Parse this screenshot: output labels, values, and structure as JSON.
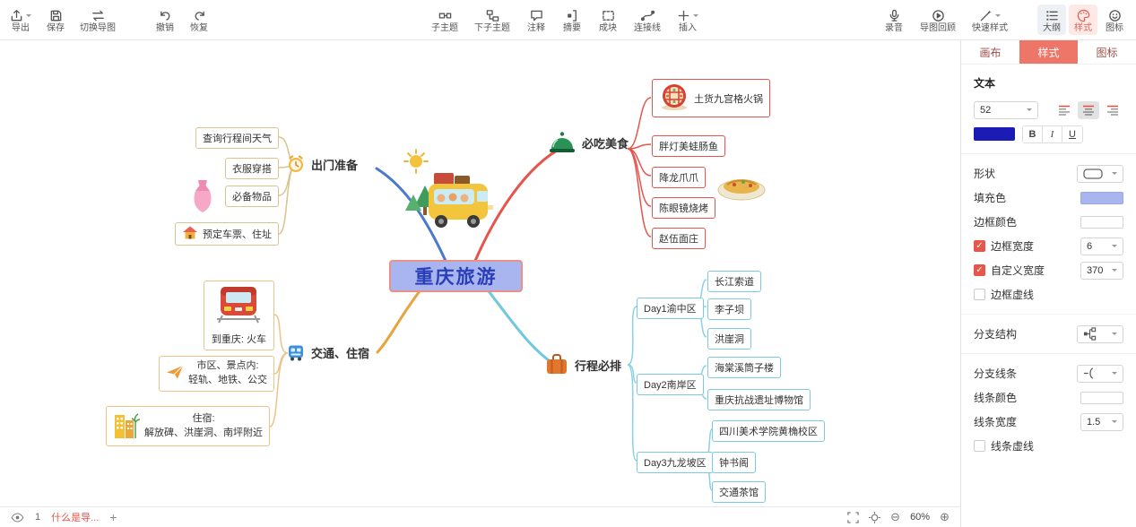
{
  "toolbar": {
    "items": [
      {
        "label": "导出"
      },
      {
        "label": "保存"
      },
      {
        "label": "切换导图"
      },
      {
        "label": "撤销"
      },
      {
        "label": "恢复"
      },
      {
        "label": "子主题"
      },
      {
        "label": "下子主题"
      },
      {
        "label": "注释"
      },
      {
        "label": "摘要"
      },
      {
        "label": "成块"
      },
      {
        "label": "连接线"
      },
      {
        "label": "插入"
      },
      {
        "label": "录音"
      },
      {
        "label": "导图回顾"
      },
      {
        "label": "快速样式"
      },
      {
        "label": "大纲"
      },
      {
        "label": "样式"
      },
      {
        "label": "图标"
      }
    ]
  },
  "mindmap": {
    "center": "重庆旅游",
    "center_fill": "#a9b5ee",
    "center_text_color": "#2a3eb8",
    "branches": [
      {
        "label": "出门准备",
        "color": "#4a79cf",
        "children": [
          "查询行程间天气",
          "衣服穿搭",
          "必备物品",
          "预定车票、住址"
        ]
      },
      {
        "label": "必吃美食",
        "color": "#e6544c",
        "children": [
          "土货九宫格火锅",
          "胖灯美蛙肠鱼",
          "降龙爪爪",
          "陈眼镜烧烤",
          "赵伍面庄"
        ]
      },
      {
        "label": "交通、住宿",
        "color": "#e8a33d",
        "children": [
          {
            "line1": "到重庆: 火车",
            "line2": ""
          },
          {
            "line1": "市区、景点内:",
            "line2": "轻轨、地铁、公交"
          },
          {
            "line1": "住宿:",
            "line2": "解放碑、洪崖洞、南坪附近"
          }
        ]
      },
      {
        "label": "行程必排",
        "color": "#6fc8dd",
        "days": [
          {
            "label": "Day1渝中区",
            "children": [
              "长江索道",
              "李子坝",
              "洪崖洞"
            ]
          },
          {
            "label": "Day2南岸区",
            "children": [
              "海棠溪筒子楼",
              "重庆抗战遗址博物馆"
            ]
          },
          {
            "label": "Day3九龙坡区",
            "children": [
              "四川美术学院黄桷校区",
              "钟书阁",
              "交通茶馆"
            ]
          }
        ]
      }
    ]
  },
  "panel": {
    "tabs": [
      {
        "label": "画布"
      },
      {
        "label": "样式"
      },
      {
        "label": "图标"
      }
    ],
    "active_tab": "样式",
    "text": {
      "section_label": "文本",
      "font_size": "52",
      "font_color": "#1b1bb5",
      "bold": "B",
      "italic": "I",
      "underline": "U"
    },
    "shape": {
      "label": "形状"
    },
    "fill": {
      "label": "填充色",
      "color": "#a9b5ee"
    },
    "border_color": {
      "label": "边框颜色",
      "color": "#ffffff"
    },
    "border_width": {
      "label": "边框宽度",
      "value": "6",
      "checked": true
    },
    "custom_width": {
      "label": "自定义宽度",
      "value": "370",
      "checked": true
    },
    "border_dash": {
      "label": "边框虚线",
      "checked": false
    },
    "branch_structure": {
      "label": "分支结构"
    },
    "branch_line": {
      "label": "分支线条"
    },
    "line_color": {
      "label": "线条颜色",
      "color": "#ffffff"
    },
    "line_width": {
      "label": "线条宽度",
      "value": "1.5"
    },
    "line_dash": {
      "label": "线条虚线",
      "checked": false
    }
  },
  "statusbar": {
    "page": "1",
    "sheet_name": "什么是导...",
    "zoom": "60%"
  }
}
